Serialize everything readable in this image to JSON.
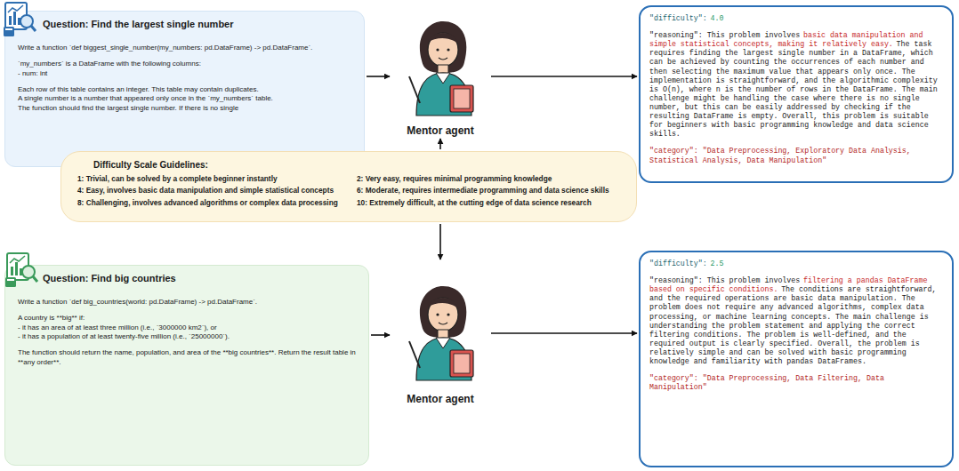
{
  "diagram": {
    "nodes": [
      {
        "text": [
          "Question: Find the largest single number",
          "Write a function `def biggest_single_number(my_numbers: pd.DataFrame) -> pd.DataFrame`.",
          "`my_numbers` is a DataFrame with the following columns:",
          "- num: int",
          "Each row of this table contains an integer. This table may contain duplicates.",
          "A single number is a number that appeared only once in the `my_numbers` table.",
          "The function should find the largest single number. If there is no single"
        ]
      },
      {
        "text": [
          "Mentor agent"
        ]
      },
      {
        "text": [
          "\"difficulty\":",
          "4.0",
          "\"reasoning\": This problem involves",
          "basic data manipulation and simple statistical concepts, making it relatively easy.",
          "The task requires finding the largest single number in a DataFrame, which can be achieved by counting the occurrences of each number and then selecting the maximum value that appears only once. The implementation is straightforward, and the algorithmic complexity is O(n), where n is the number of rows in the DataFrame. The main challenge might be handling the case where there is no single number, but this can be easily addressed by checking if the resulting DataFrame is empty. Overall, this problem is suitable for beginners with basic programming knowledge and data science skills.",
          "\"category\": \"Data Preprocessing, Exploratory Data Analysis, Statistical Analysis, Data Manipulation\""
        ]
      },
      {
        "text": [
          "Difficulty Scale Guidelines:",
          "1: Trivial, can be solved by a complete beginner instantly",
          "2: Very easy, requires minimal programming knowledge",
          "4: Easy, involves basic data manipulation and simple statistical concepts",
          "6: Moderate, requires intermediate programming and data science skills",
          "8: Challenging, involves advanced algorithms or complex data processing",
          "10: Extremely difficult, at the cutting edge of data science research"
        ]
      },
      {
        "text": [
          "Question: Find big countries",
          "Write a function `def big_countries(world: pd.DataFrame) -> pd.DataFrame`.",
          "A country is **big** if:",
          "- it has an area of at least three million (i.e., `3000000 km2`), or",
          "- it has a population of at least twenty-five million (i.e., `25000000`).",
          "The function should return the name, population, and area of the **big countries**. Return the result table in **any order**."
        ]
      },
      {
        "text": [
          "Mentor agent"
        ]
      },
      {
        "text": [
          "\"difficulty\":",
          "2.5",
          "\"reasoning\": This problem involves",
          "filtering a pandas DataFrame based on specific conditions.",
          "The conditions are straightforward, and the required operations are basic data manipulation. The problem does not require any advanced algorithms, complex data processing, or machine learning concepts. The main challenge is understanding the problem statement and applying the correct filtering conditions. The problem is well-defined, and the required output is clearly specified. Overall, the problem is relatively simple and can be solved with basic programming knowledge and familiarity with pandas DataFrames.",
          "\"category\": \"Data Preprocessing, Data Filtering, Data Manipulation\""
        ]
      }
    ],
    "edges": [
      {
        "from": 0,
        "to": 1,
        "arrow": "to"
      },
      {
        "from": 1,
        "to": 2,
        "arrow": "to"
      },
      {
        "from": 3,
        "to": 1,
        "arrow": "to"
      },
      {
        "from": 4,
        "to": 5,
        "arrow": "to"
      },
      {
        "from": 5,
        "to": 6,
        "arrow": "to"
      },
      {
        "from": 3,
        "to": 5,
        "arrow": "to"
      }
    ]
  }
}
